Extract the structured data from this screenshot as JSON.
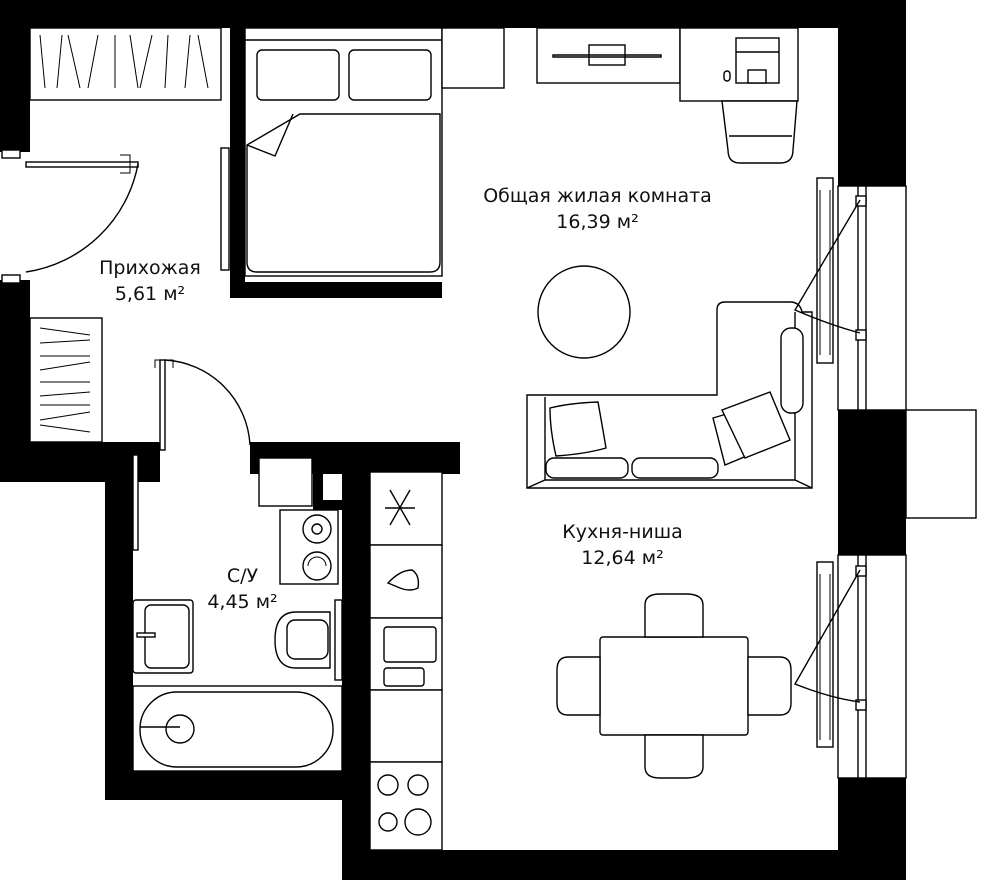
{
  "plan": {
    "type": "apartment-floor-plan",
    "wall_color": "#000000",
    "background_color": "#ffffff",
    "rooms": [
      {
        "id": "hallway",
        "name": "Прихожая",
        "area": "5,61 м²"
      },
      {
        "id": "living",
        "name": "Общая жилая комната",
        "area": "16,39 м²"
      },
      {
        "id": "bathroom",
        "name": "С/У",
        "area": "4,45 м²"
      },
      {
        "id": "kitchen",
        "name": "Кухня-ниша",
        "area": "12,64 м²"
      }
    ],
    "furniture": {
      "hallway": [
        "wardrobe-top",
        "wardrobe-left",
        "entry-door"
      ],
      "living": [
        "double-bed",
        "tv-stand",
        "desk",
        "desk-chair",
        "round-rug",
        "corner-sofa",
        "radiator",
        "balcony-door"
      ],
      "bathroom": [
        "washing-machine",
        "dryer",
        "sink",
        "toilet",
        "bathtub",
        "towel-rail",
        "bathroom-door"
      ],
      "kitchen": [
        "fridge",
        "kitchen-sink-cabinet",
        "cooktop",
        "dining-table",
        "chairs",
        "radiator",
        "window"
      ]
    }
  }
}
